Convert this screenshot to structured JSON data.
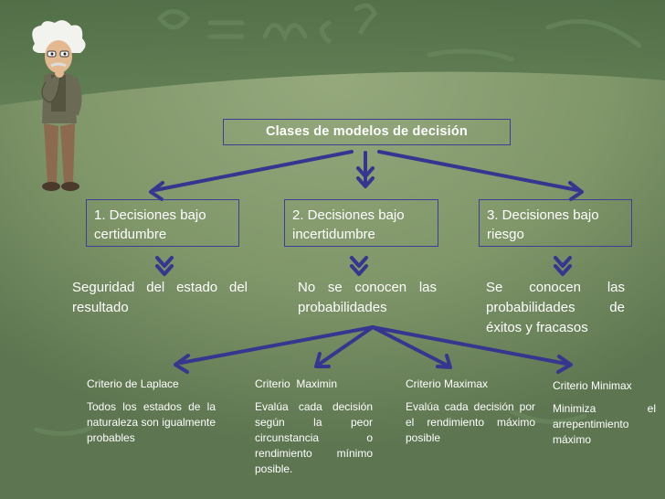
{
  "title": "Clases de modelos de decisión",
  "categories": [
    {
      "label": "1. Decisiones bajo certidumbre",
      "description": "Seguridad del estado del resultado"
    },
    {
      "label": "2. Decisiones bajo incertidumbre",
      "description": "No se conocen las probabilidades"
    },
    {
      "label": "3. Decisiones bajo riesgo",
      "description": "Se conocen las probabilidades de éxitos y fracasos"
    }
  ],
  "criteria": [
    {
      "title": "Criterio de Laplace",
      "description": "Todos los estados de la naturaleza son igualmente probables"
    },
    {
      "title": "Criterio  Maximin",
      "description": "Evalúa cada decisión según la peor circunstancia o rendimiento mínimo posible."
    },
    {
      "title": "Criterio Maximax",
      "description": "Evalúa cada decisión por el rendimiento máximo posible"
    },
    {
      "title": "Criterio Minimax",
      "description": "Minimiza el arrepentimiento máximo"
    }
  ],
  "colors": {
    "background": "#7f9669",
    "box_border": "#3b3f95",
    "arrow": "#36358f",
    "text": "#ffffff"
  },
  "decorations": [
    "chalkboard-formula-background",
    "einstein-cartoon-figure"
  ]
}
